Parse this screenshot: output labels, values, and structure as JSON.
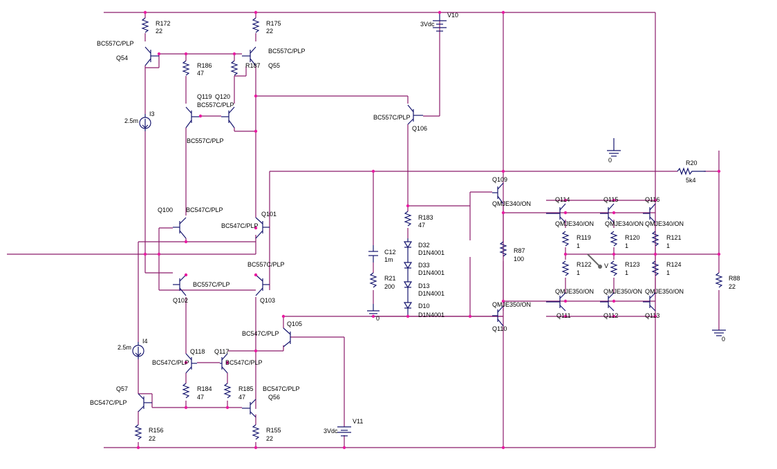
{
  "components": {
    "R172": {
      "name": "R172",
      "value": "22"
    },
    "R175": {
      "name": "R175",
      "value": "22"
    },
    "R186": {
      "name": "R186",
      "value": "47"
    },
    "R187": {
      "name": "R187",
      "value": ""
    },
    "R183": {
      "name": "R183",
      "value": "47"
    },
    "R21": {
      "name": "R21",
      "value": "200"
    },
    "R87": {
      "name": "R87",
      "value": "100"
    },
    "R20": {
      "name": "R20",
      "value": "5k4"
    },
    "R88": {
      "name": "R88",
      "value": "22"
    },
    "R119": {
      "name": "R119",
      "value": "1"
    },
    "R120": {
      "name": "R120",
      "value": "1"
    },
    "R121": {
      "name": "R121",
      "value": "1"
    },
    "R122": {
      "name": "R122",
      "value": "1"
    },
    "R123": {
      "name": "R123",
      "value": "1"
    },
    "R124": {
      "name": "R124",
      "value": "1"
    },
    "R184": {
      "name": "R184",
      "value": "47"
    },
    "R185": {
      "name": "R185",
      "value": "47"
    },
    "R156": {
      "name": "R156",
      "value": "22"
    },
    "R155": {
      "name": "R155",
      "value": "22"
    },
    "C12": {
      "name": "C12",
      "value": "1m"
    },
    "D32": {
      "name": "D32",
      "value": "D1N4001"
    },
    "D33": {
      "name": "D33",
      "value": "D1N4001"
    },
    "D13": {
      "name": "D13",
      "value": "D1N4001"
    },
    "D10": {
      "name": "D10",
      "value": "D1N4001"
    },
    "V10": {
      "name": "V10",
      "value": "3Vdc"
    },
    "V11": {
      "name": "V11",
      "value": "3Vdc"
    },
    "I3": {
      "name": "I3",
      "value": "2.5m"
    },
    "I4": {
      "name": "I4",
      "value": "2.5m"
    },
    "Q54": {
      "name": "Q54",
      "model": "BC557C/PLP"
    },
    "Q55": {
      "name": "Q55",
      "model": "BC557C/PLP"
    },
    "Q119": {
      "name": "Q119"
    },
    "Q120": {
      "name": "Q120",
      "model": "BC557C/PLP"
    },
    "Q120b": {
      "model": "BC557C/PLP"
    },
    "Q106": {
      "name": "Q106",
      "model": "BC557C/PLP"
    },
    "Q100": {
      "name": "Q100",
      "model": "BC547C/PLP"
    },
    "Q101": {
      "name": "Q101",
      "model": "BC547C/PLP"
    },
    "Q102": {
      "name": "Q102",
      "model": "BC557C/PLP"
    },
    "Q103": {
      "name": "Q103",
      "model": "BC557C/PLP"
    },
    "Q105": {
      "name": "Q105",
      "model": "BC547C/PLP"
    },
    "Q117": {
      "name": "Q117",
      "model": "BC547C/PLP"
    },
    "Q118": {
      "name": "Q118",
      "model": "BC547C/PLP"
    },
    "Q56": {
      "name": "Q56",
      "model": "BC547C/PLP"
    },
    "Q57": {
      "name": "Q57",
      "model": "BC547C/PLP"
    },
    "Q109": {
      "name": "Q109",
      "model": "QMJE340/ON"
    },
    "Q110": {
      "name": "Q110",
      "model": "QMJE350/ON"
    },
    "Q114": {
      "name": "Q114",
      "model": "QMJE340/ON"
    },
    "Q115": {
      "name": "Q115",
      "model": "QMJE340/ON"
    },
    "Q116": {
      "name": "Q116",
      "model": "QMJE340/ON"
    },
    "Q111": {
      "name": "Q111",
      "model": "QMJE350/ON"
    },
    "Q112": {
      "name": "Q112",
      "model": "QMJE350/ON"
    },
    "Q113": {
      "name": "Q113",
      "model": "QMJE350/ON"
    }
  },
  "ground_labels": {
    "g1": "0",
    "g2": "0",
    "g3": "0"
  },
  "probe_label": "V"
}
